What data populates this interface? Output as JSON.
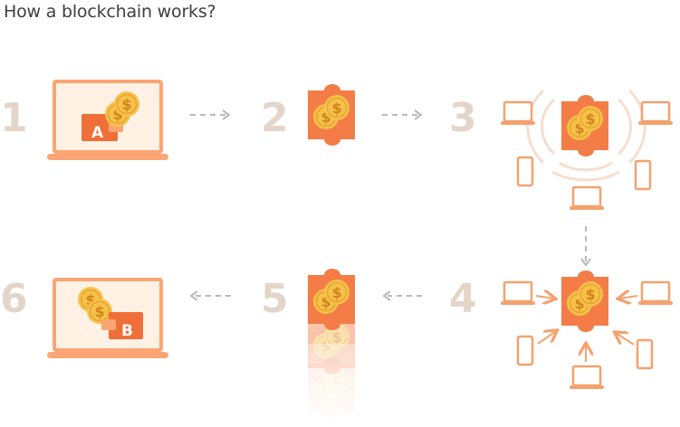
{
  "title": "How a blockchain works?",
  "steps": [
    {
      "number": "1",
      "label": "A"
    },
    {
      "number": "2"
    },
    {
      "number": "3"
    },
    {
      "number": "4"
    },
    {
      "number": "5"
    },
    {
      "number": "6",
      "label": "B"
    }
  ],
  "coin_symbol": "$",
  "colors": {
    "laptop": "#fba574",
    "screen": "#fff1e4",
    "block": "#f47d47",
    "wallet": "#f06e37",
    "coin": "#f7c149",
    "device": "#f3a26f",
    "number": "#e3d6c9",
    "arrow": "#b9b9b9"
  }
}
